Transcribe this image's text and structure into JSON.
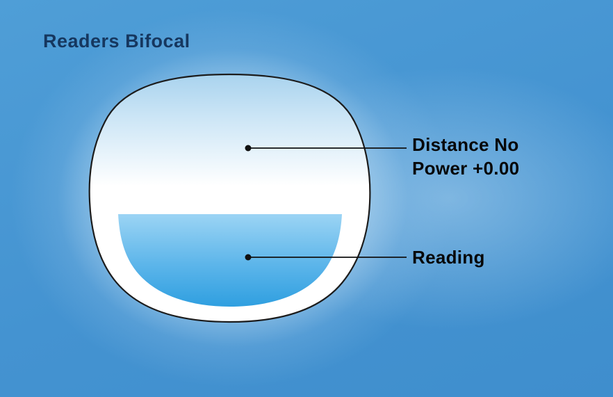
{
  "diagram": {
    "title": "Readers Bifocal",
    "labels": {
      "distance_line1": "Distance No",
      "distance_line2": "Power +0.00",
      "reading": "Reading"
    },
    "colors": {
      "background_blue": "#4493d1",
      "lens_outline": "#1c1c1c",
      "lens_top_tint": "#a9d3ee",
      "lens_body": "#ffffff",
      "reading_segment_top": "#9bd4f4",
      "reading_segment_bottom": "#2f9fe0",
      "title_text": "#16375f",
      "label_text": "#070707"
    }
  }
}
